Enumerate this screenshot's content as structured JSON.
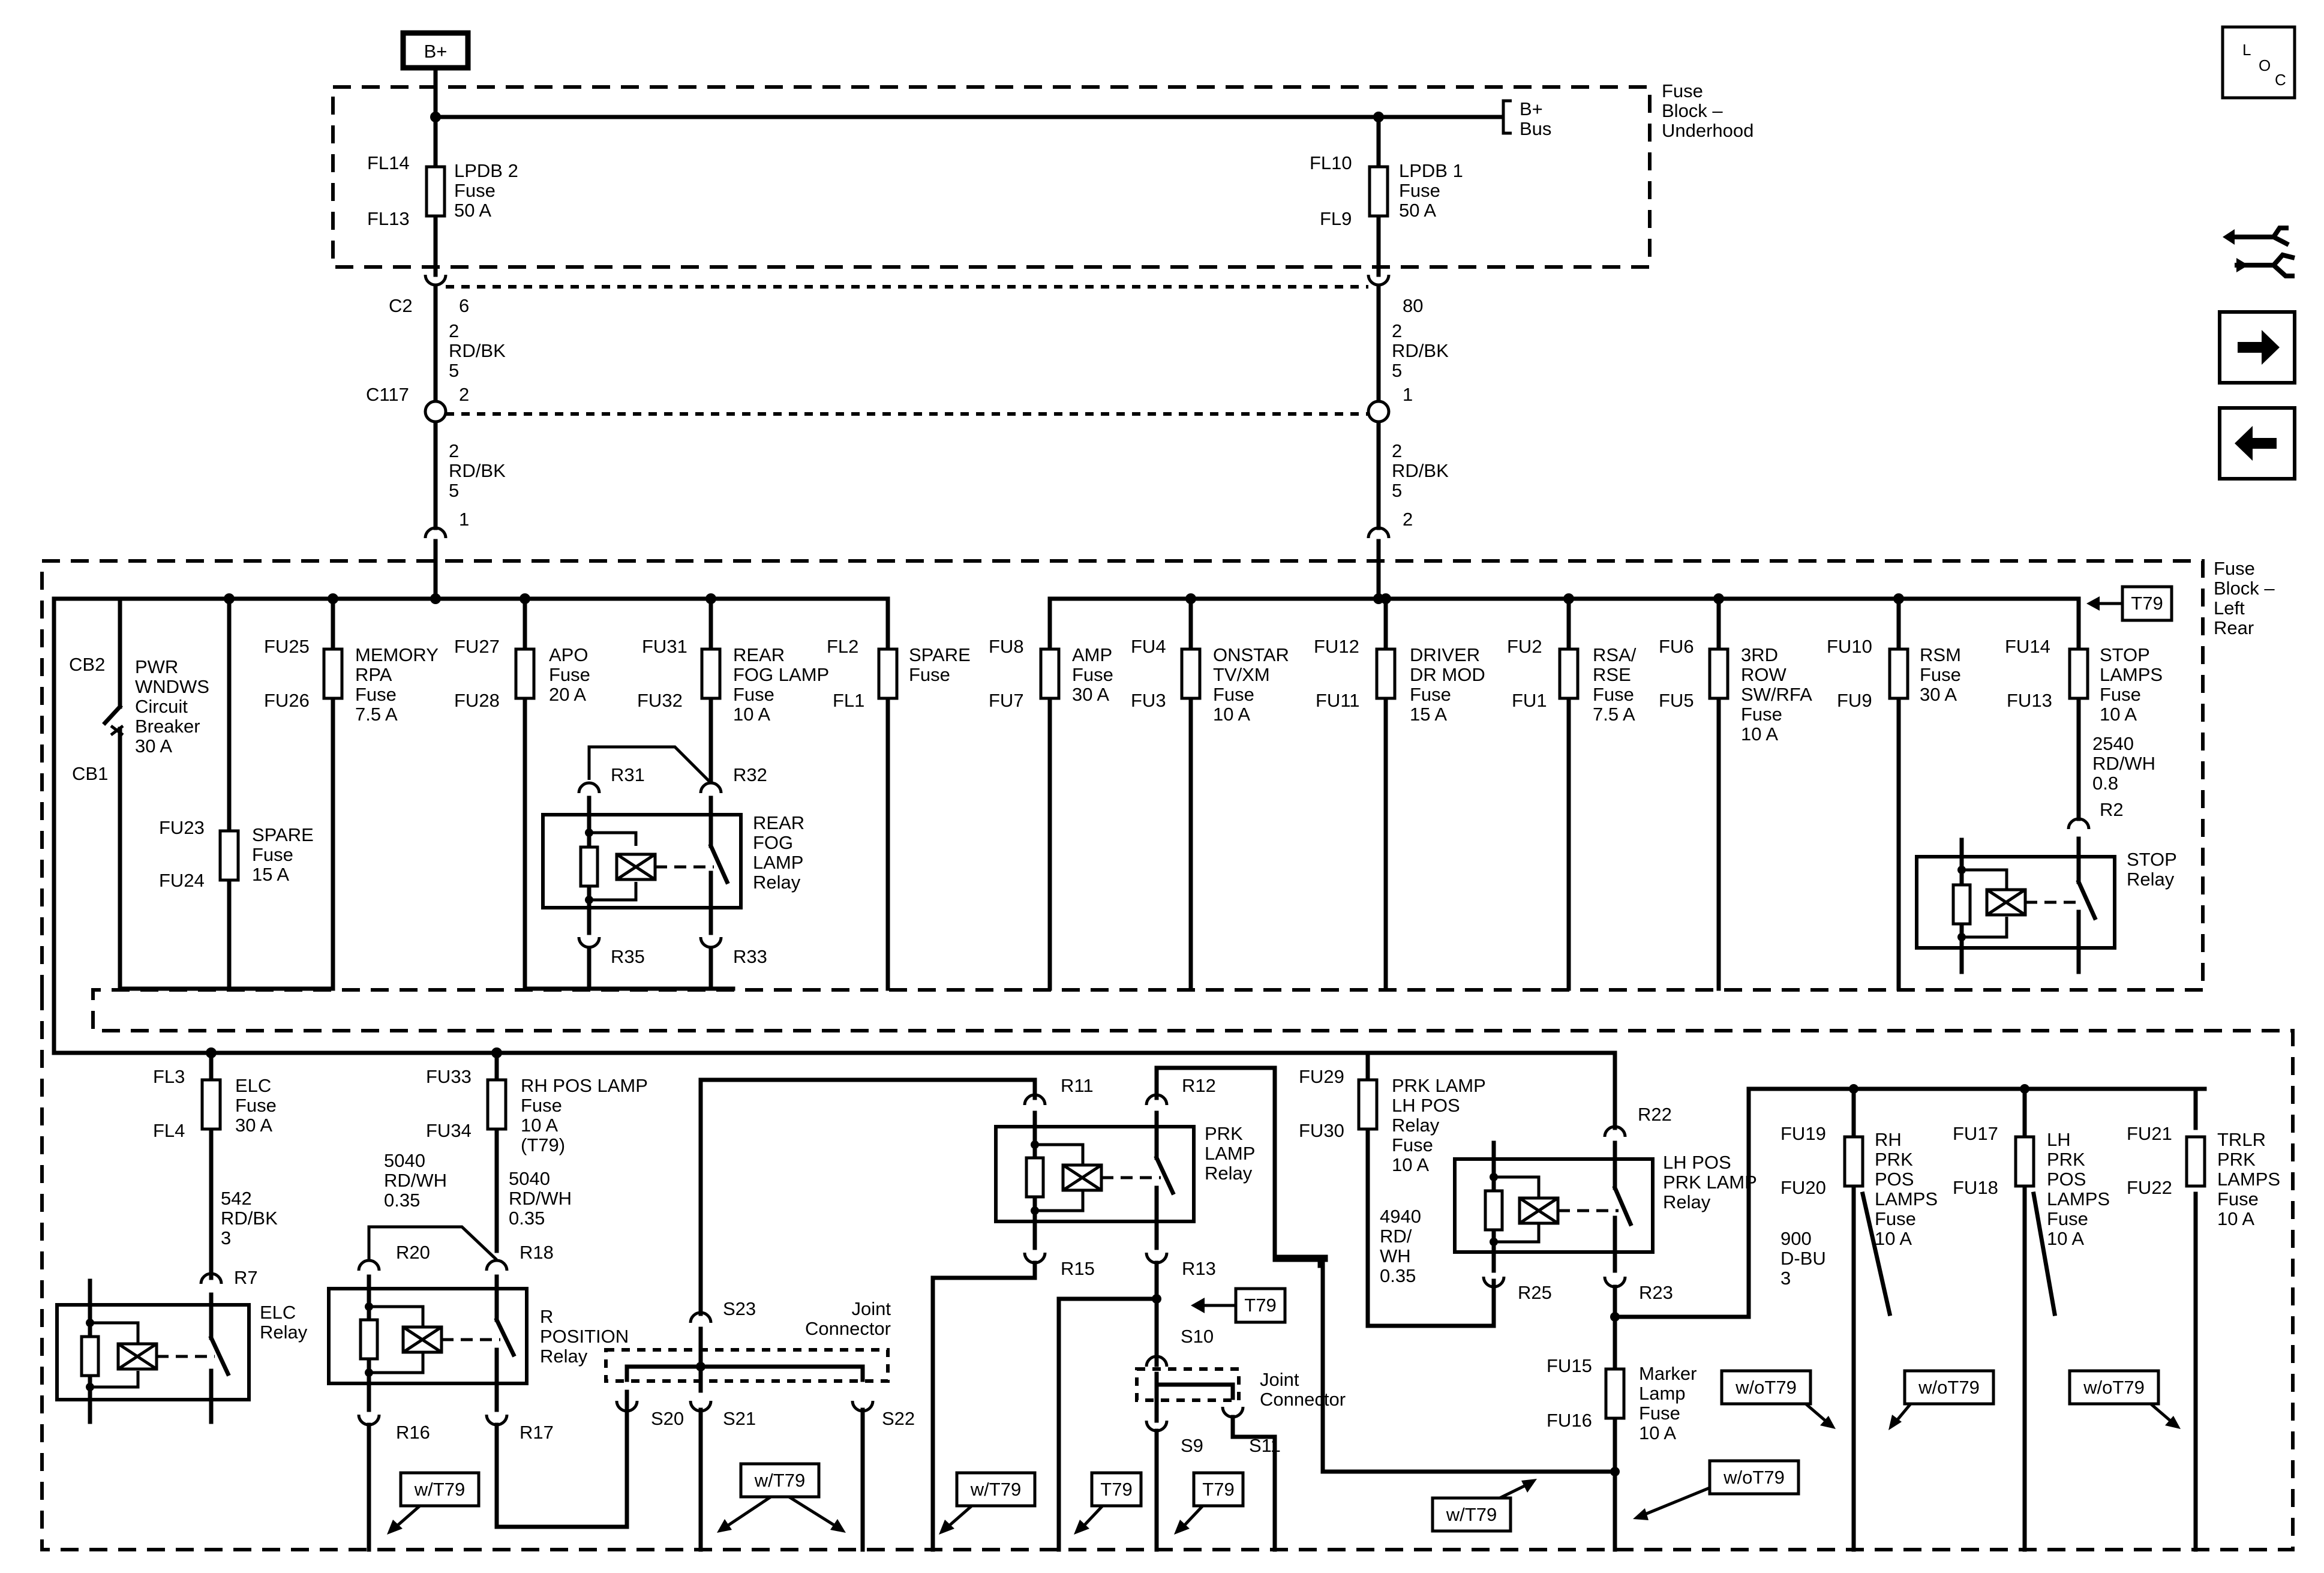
{
  "source": {
    "label": "B+"
  },
  "boxes": {
    "underhood": [
      "Fuse",
      "Block –",
      "Underhood"
    ],
    "left_rear": [
      "Fuse",
      "Block –",
      "Left",
      "Rear"
    ]
  },
  "bus": [
    "B+",
    "Bus"
  ],
  "top_fuses": {
    "lpdb2": {
      "pins": [
        "FL14",
        "FL13"
      ],
      "label": [
        "LPDB 2",
        "Fuse",
        "50 A"
      ]
    },
    "lpdb1": {
      "pins": [
        "FL10",
        "FL9"
      ],
      "label": [
        "LPDB 1",
        "Fuse",
        "50 A"
      ]
    }
  },
  "connectors": {
    "c2": "C2",
    "c2_left_pin": "6",
    "c2_right_pin": "80",
    "c117": "C117",
    "c117_left_pin": "2",
    "c117_right_pin": "1",
    "fb_left_pin": "1",
    "fb_right_pin": "2"
  },
  "wire_rdbk": [
    "2",
    "RD/BK",
    "5"
  ],
  "breaker": {
    "pins": [
      "CB2",
      "CB1"
    ],
    "label": [
      "PWR",
      "WNDWS",
      "Circuit",
      "Breaker",
      "30 A"
    ]
  },
  "row1_fuses": [
    {
      "pins": [
        "FU25",
        "FU26"
      ],
      "label": [
        "MEMORY",
        "RPA",
        "Fuse",
        "7.5 A"
      ]
    },
    {
      "pins": [
        "FU27",
        "FU28"
      ],
      "label": [
        "APO",
        "Fuse",
        "20 A"
      ]
    },
    {
      "pins": [
        "FU31",
        "FU32"
      ],
      "label": [
        "REAR",
        "FOG LAMP",
        "Fuse",
        "10 A"
      ]
    },
    {
      "pins": [
        "FL2",
        "FL1"
      ],
      "label": [
        "SPARE",
        "Fuse"
      ]
    },
    {
      "pins": [
        "FU8",
        "FU7"
      ],
      "label": [
        "AMP",
        "Fuse",
        "30 A"
      ]
    },
    {
      "pins": [
        "FU4",
        "FU3"
      ],
      "label": [
        "ONSTAR",
        "TV/XM",
        "Fuse",
        "10 A"
      ]
    },
    {
      "pins": [
        "FU12",
        "FU11"
      ],
      "label": [
        "DRIVER",
        "DR MOD",
        "Fuse",
        "15 A"
      ]
    },
    {
      "pins": [
        "FU2",
        "FU1"
      ],
      "label": [
        "RSA/",
        "RSE",
        "Fuse",
        "7.5 A"
      ]
    },
    {
      "pins": [
        "FU6",
        "FU5"
      ],
      "label": [
        "3RD",
        "ROW",
        "SW/RFA",
        "Fuse",
        "10 A"
      ]
    },
    {
      "pins": [
        "FU10",
        "FU9"
      ],
      "label": [
        "RSM",
        "Fuse",
        "30 A"
      ]
    },
    {
      "pins": [
        "FU14",
        "FU13"
      ],
      "label": [
        "STOP",
        "LAMPS",
        "Fuse",
        "10 A"
      ]
    }
  ],
  "spare2": {
    "pins": [
      "FU23",
      "FU24"
    ],
    "label": [
      "SPARE",
      "Fuse",
      "15 A"
    ]
  },
  "fog_relay": {
    "pins": [
      "R31",
      "R32",
      "R35",
      "R33"
    ],
    "label": [
      "REAR",
      "FOG",
      "LAMP",
      "Relay"
    ]
  },
  "stop": {
    "tag": "T79",
    "wire": [
      "2540",
      "RD/WH",
      "0.8"
    ],
    "pin": "R2",
    "label": [
      "STOP",
      "Relay"
    ]
  },
  "elc": {
    "pins": [
      "FL3",
      "FL4"
    ],
    "label": [
      "ELC",
      "Fuse",
      "30 A"
    ],
    "wire": [
      "542",
      "RD/BK",
      "3"
    ],
    "relay_pin": "R7",
    "relay": [
      "ELC",
      "Relay"
    ]
  },
  "rh_pos": {
    "pins": [
      "FU33",
      "FU34"
    ],
    "label": [
      "RH POS LAMP",
      "Fuse",
      "10 A",
      "(T79)"
    ],
    "wire": [
      "5040",
      "RD/WH",
      "0.35"
    ]
  },
  "r_pos_relay": {
    "pins": [
      "R20",
      "R18",
      "R16",
      "R17"
    ],
    "wire": [
      "5040",
      "RD/WH",
      "0.35"
    ],
    "label": [
      "R",
      "POSITION",
      "Relay"
    ]
  },
  "joint1": {
    "pins": [
      "S23",
      "S20",
      "S21",
      "S22"
    ],
    "label": [
      "Joint",
      "Connector"
    ]
  },
  "prk_relay": {
    "pins": [
      "R11",
      "R12",
      "R15",
      "R13"
    ],
    "label": [
      "PRK",
      "LAMP",
      "Relay"
    ]
  },
  "joint2": {
    "pins": [
      "S10",
      "S9",
      "S11"
    ],
    "label": [
      "Joint",
      "Connector"
    ],
    "tag": "T79"
  },
  "prk_lh_fuse": {
    "pins": [
      "FU29",
      "FU30"
    ],
    "label": [
      "PRK LAMP",
      "LH POS",
      "Relay",
      "Fuse",
      "10 A"
    ],
    "wire": [
      "4940",
      "RD/",
      "WH",
      "0.35"
    ]
  },
  "lh_relay": {
    "pins": [
      "R22",
      "R25",
      "R23"
    ],
    "label": [
      "LH POS",
      "PRK LAMP",
      "Relay"
    ]
  },
  "marker": {
    "pins": [
      "FU15",
      "FU16"
    ],
    "label": [
      "Marker",
      "Lamp",
      "Fuse",
      "10 A"
    ]
  },
  "wire_900": [
    "900",
    "D-BU",
    "3"
  ],
  "right_fuses": [
    {
      "pins": [
        "FU19",
        "FU20"
      ],
      "label": [
        "RH",
        "PRK",
        "POS",
        "LAMPS",
        "Fuse",
        "10 A"
      ]
    },
    {
      "pins": [
        "FU17",
        "FU18"
      ],
      "label": [
        "LH",
        "PRK",
        "POS",
        "LAMPS",
        "Fuse",
        "10 A"
      ]
    },
    {
      "pins": [
        "FU21",
        "FU22"
      ],
      "label": [
        "TRLR",
        "PRK",
        "LAMPS",
        "Fuse",
        "10 A"
      ]
    }
  ],
  "tags": {
    "w": "w/T79",
    "t": "T79",
    "wo": "w/oT79"
  },
  "nav": {
    "loc": [
      "L",
      "O",
      "C"
    ]
  }
}
